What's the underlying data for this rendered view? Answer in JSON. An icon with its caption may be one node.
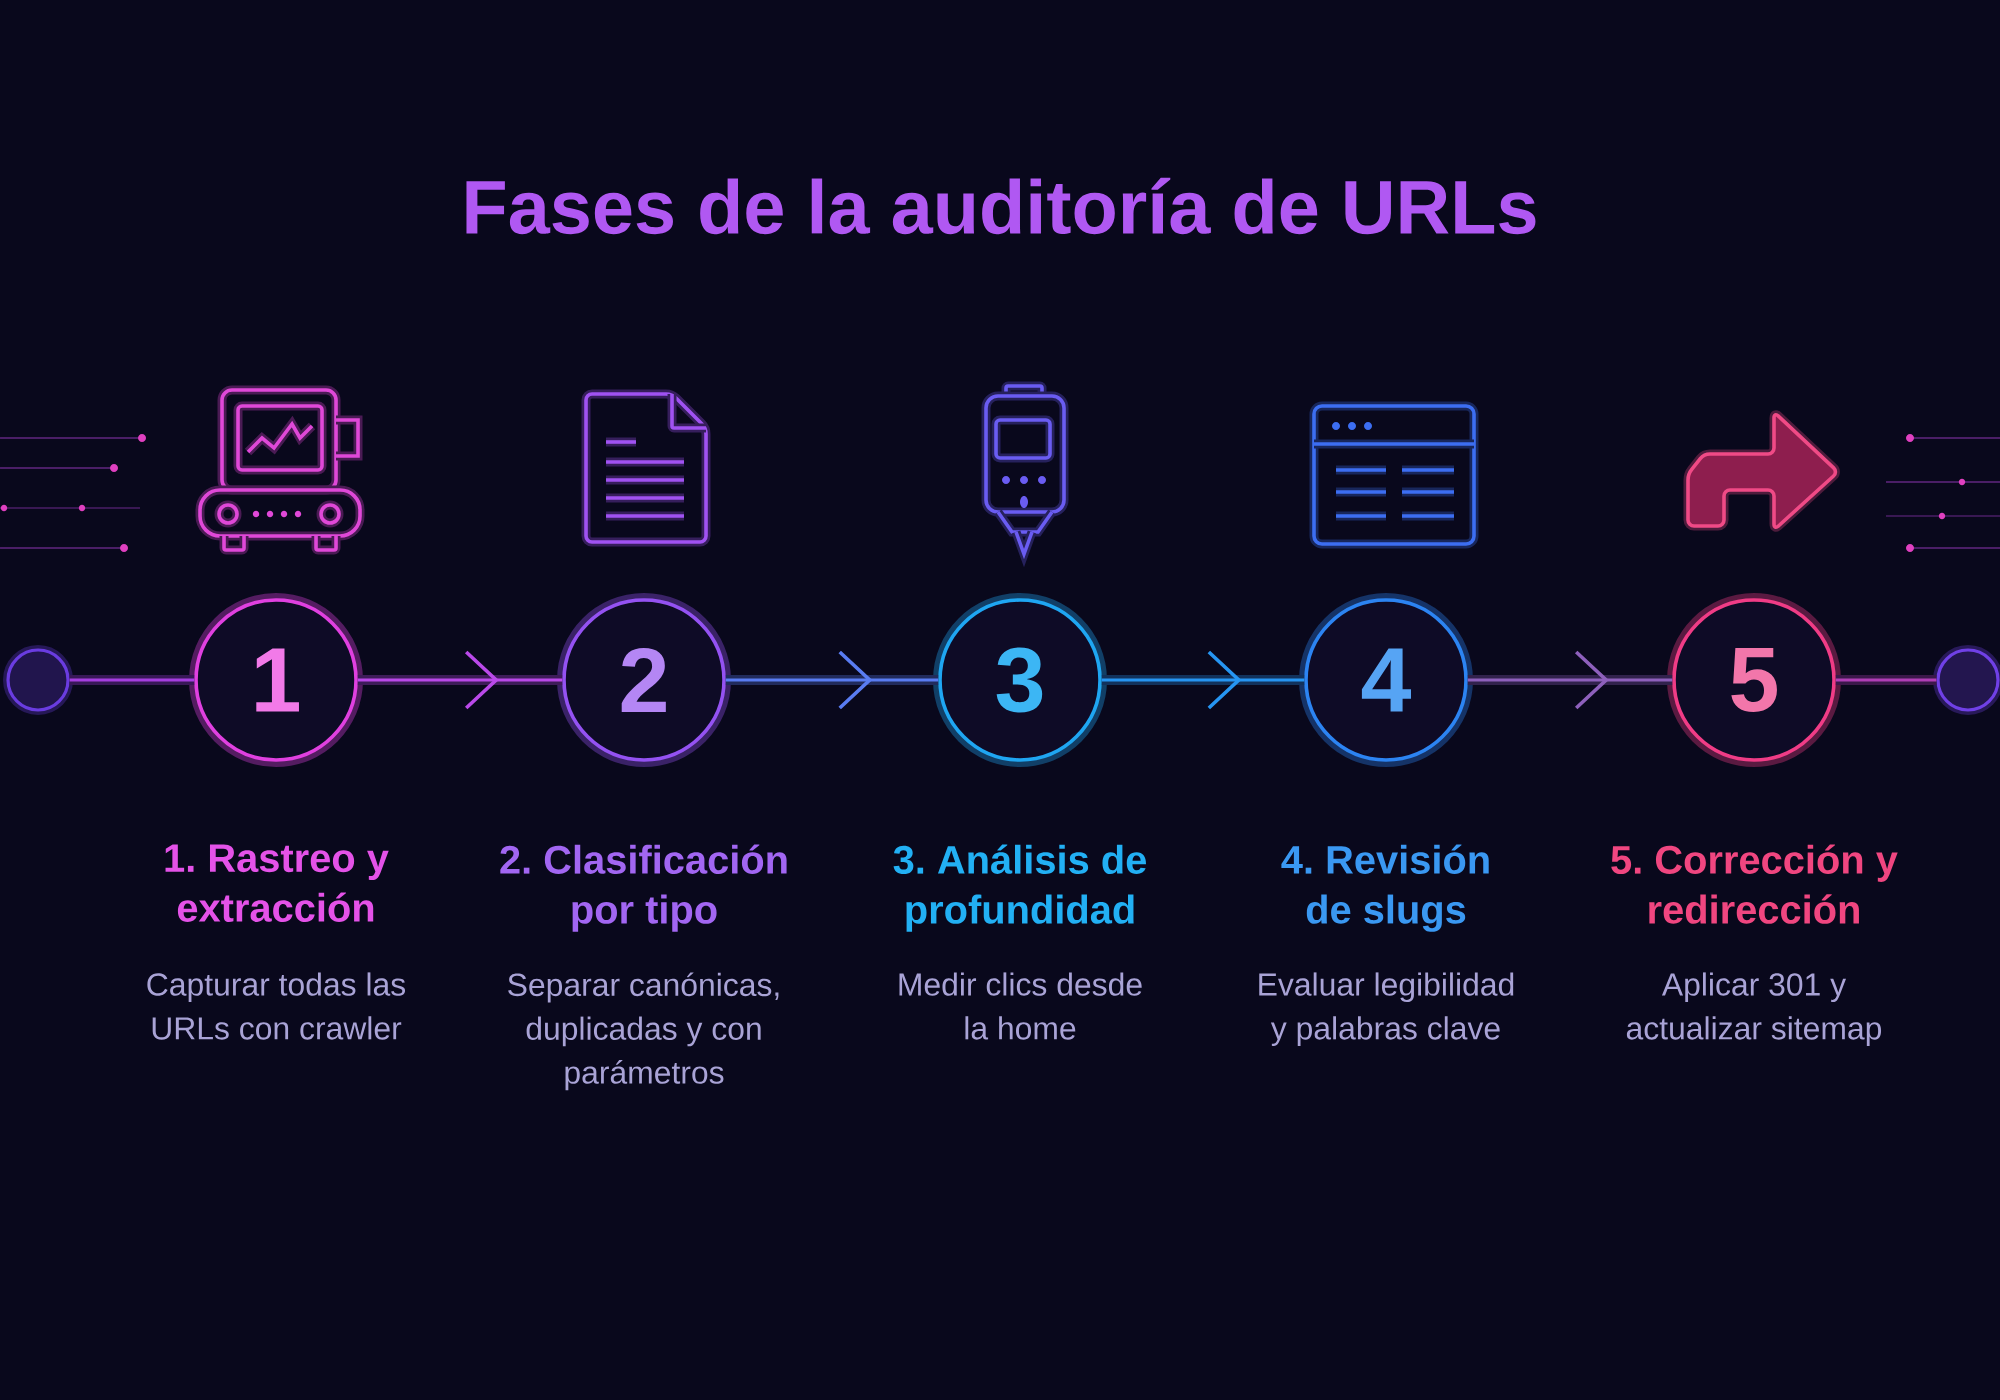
{
  "diagram": {
    "title": "Fases de la auditoría de URLs",
    "nodes": [
      {
        "text": [],
        "shape": "circle"
      },
      {
        "text": [
          "1"
        ],
        "beside": [
          "1. Rastreo y extracción",
          "Capturar todas las URLs con crawler"
        ]
      },
      {
        "text": [
          "2"
        ],
        "beside": [
          "2. Clasificación por tipo",
          "Separar canónicas, duplicadas y con parámetros"
        ]
      },
      {
        "text": [
          "3"
        ],
        "beside": [
          "3. Análisis de profundidad",
          "Medir clics desde la home"
        ]
      },
      {
        "text": [
          "4"
        ],
        "beside": [
          "4. Revisión de slugs",
          "Evaluar legibilidad y palabras clave"
        ]
      },
      {
        "text": [
          "5"
        ],
        "beside": [
          "5. Corrección y redirección",
          "Aplicar 301 y actualizar sitemap"
        ]
      },
      {
        "text": [],
        "shape": "circle"
      }
    ],
    "edges": [
      {
        "from": 0,
        "to": 1,
        "arrow": "none"
      },
      {
        "from": 1,
        "to": 2,
        "arrow": "to"
      },
      {
        "from": 2,
        "to": 3,
        "arrow": "to"
      },
      {
        "from": 3,
        "to": 4,
        "arrow": "to"
      },
      {
        "from": 4,
        "to": 5,
        "arrow": "to"
      },
      {
        "from": 5,
        "to": 6,
        "arrow": "none"
      }
    ]
  }
}
